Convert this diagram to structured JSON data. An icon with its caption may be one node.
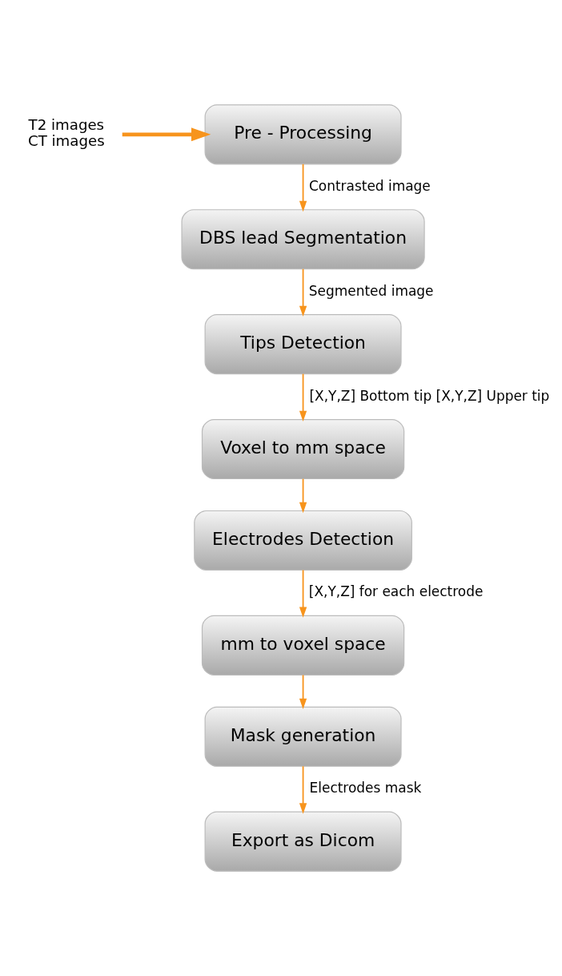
{
  "diagram": {
    "nodes": [
      {
        "text": [
          "T2 images",
          "CT images"
        ]
      },
      {
        "text": [
          "Pre - Processing"
        ]
      },
      {
        "text": [
          "DBS lead Segmentation"
        ]
      },
      {
        "text": [
          "Tips Detection"
        ]
      },
      {
        "text": [
          "Voxel to mm space"
        ]
      },
      {
        "text": [
          "Electrodes Detection"
        ]
      },
      {
        "text": [
          "mm to voxel space"
        ]
      },
      {
        "text": [
          "Mask generation"
        ]
      },
      {
        "text": [
          "Export as Dicom"
        ]
      }
    ],
    "edges": [
      {
        "from": 0,
        "to": 1,
        "arrow": "to",
        "style": "thick"
      },
      {
        "from": 1,
        "to": 2,
        "arrow": "to",
        "label": "Contrasted image"
      },
      {
        "from": 2,
        "to": 3,
        "arrow": "to",
        "label": "Segmented image"
      },
      {
        "from": 3,
        "to": 4,
        "arrow": "to",
        "label": "[X,Y,Z] Bottom tip [X,Y,Z] Upper tip"
      },
      {
        "from": 4,
        "to": 5,
        "arrow": "to"
      },
      {
        "from": 5,
        "to": 6,
        "arrow": "to",
        "label": "[X,Y,Z] for each electrode"
      },
      {
        "from": 6,
        "to": 7,
        "arrow": "to"
      },
      {
        "from": 7,
        "to": 8,
        "arrow": "to",
        "label": "Electrodes mask"
      }
    ]
  }
}
